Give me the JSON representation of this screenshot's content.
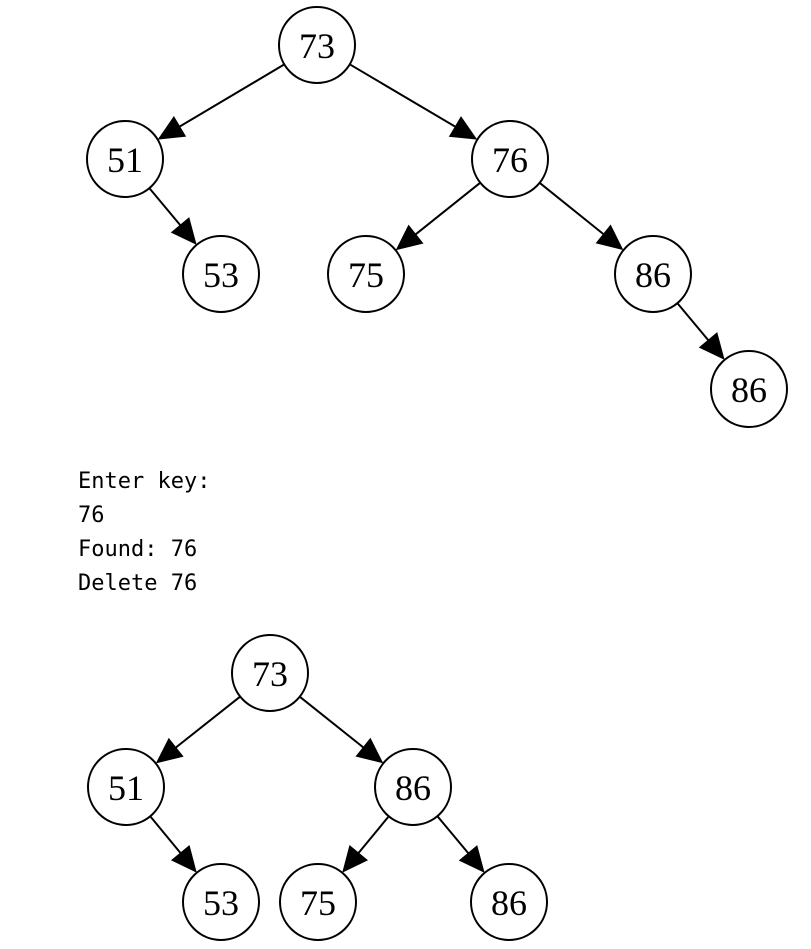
{
  "console": {
    "lines": [
      "Enter key:",
      "76",
      "Found: 76",
      "Delete 76"
    ]
  },
  "highlight_color": "#1e7b1e",
  "trees": {
    "before": {
      "nodes": [
        {
          "id": "root",
          "label": "73"
        },
        {
          "id": "l",
          "label": "51"
        },
        {
          "id": "lr",
          "label": "53"
        },
        {
          "id": "r",
          "label": "76"
        },
        {
          "id": "rl",
          "label": "75"
        },
        {
          "id": "rr",
          "label": "86",
          "highlighted": true
        },
        {
          "id": "rrr",
          "label": "86"
        }
      ],
      "edges": [
        {
          "from": "root",
          "to": "l"
        },
        {
          "from": "root",
          "to": "r"
        },
        {
          "from": "l",
          "to": "lr"
        },
        {
          "from": "r",
          "to": "rl"
        },
        {
          "from": "r",
          "to": "rr"
        },
        {
          "from": "rr",
          "to": "rrr"
        }
      ]
    },
    "after": {
      "nodes": [
        {
          "id": "root",
          "label": "73"
        },
        {
          "id": "l",
          "label": "51"
        },
        {
          "id": "lr",
          "label": "53"
        },
        {
          "id": "r",
          "label": "86"
        },
        {
          "id": "rl",
          "label": "75"
        },
        {
          "id": "rr",
          "label": "86"
        }
      ],
      "edges": [
        {
          "from": "root",
          "to": "l"
        },
        {
          "from": "root",
          "to": "r"
        },
        {
          "from": "l",
          "to": "lr"
        },
        {
          "from": "r",
          "to": "rl"
        },
        {
          "from": "r",
          "to": "rr"
        }
      ]
    }
  }
}
